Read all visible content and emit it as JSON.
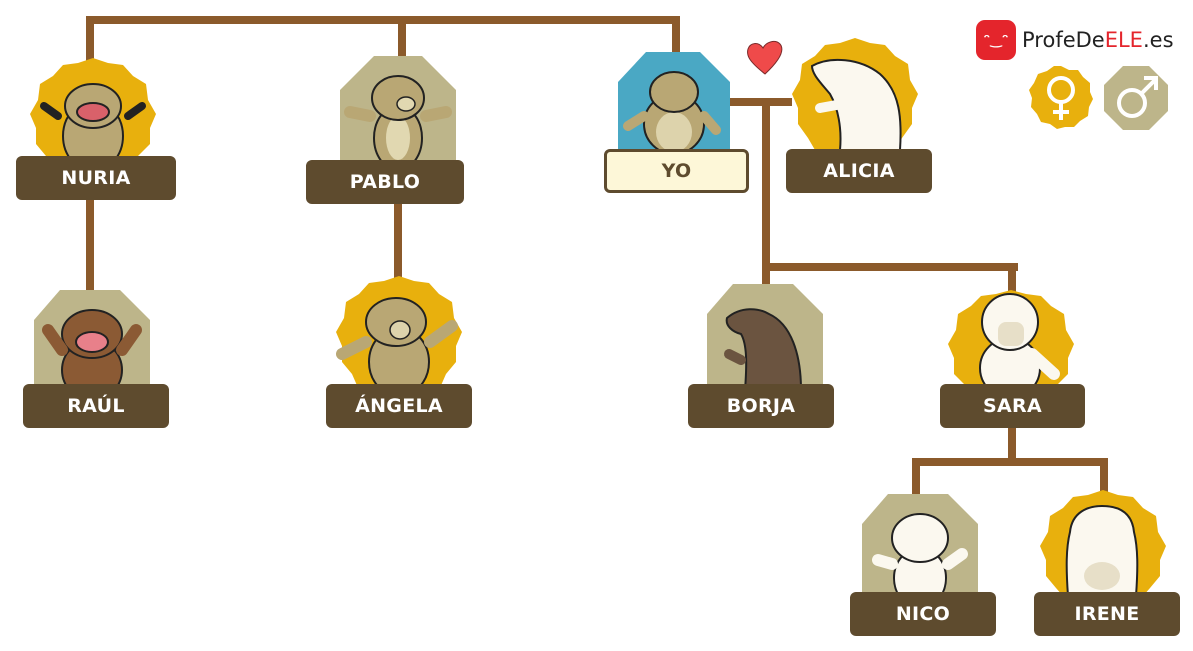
{
  "brand": {
    "name_part1": "ProfeDe",
    "name_part2": "ELE",
    "name_part3": ".es",
    "icon": "smile-face-icon",
    "color": "#e4252c"
  },
  "legend": {
    "female": {
      "icon": "female-symbol-icon",
      "symbol": "♀",
      "color": "#e8b00d",
      "shape": "scalloped"
    },
    "male": {
      "icon": "male-symbol-icon",
      "symbol": "♂",
      "color": "#bdb58a",
      "shape": "octagon"
    }
  },
  "colors": {
    "line": "#8b5a2b",
    "label_bg": "#5e4b2e",
    "label_text": "#ffffff",
    "me_bg": "#fdf7d8",
    "female": "#e8b00d",
    "male": "#bdb58a",
    "me": "#4aa8c4",
    "heart": "#ef4a4a"
  },
  "members": {
    "nuria": {
      "name": "NURIA",
      "gender": "female"
    },
    "pablo": {
      "name": "PABLO",
      "gender": "male"
    },
    "yo": {
      "name": "YO",
      "gender": "self"
    },
    "alicia": {
      "name": "ALICIA",
      "gender": "female"
    },
    "raul": {
      "name": "RAÚL",
      "gender": "male"
    },
    "angela": {
      "name": "ÁNGELA",
      "gender": "female"
    },
    "borja": {
      "name": "BORJA",
      "gender": "male"
    },
    "sara": {
      "name": "SARA",
      "gender": "female"
    },
    "nico": {
      "name": "NICO",
      "gender": "male"
    },
    "irene": {
      "name": "IRENE",
      "gender": "female"
    }
  },
  "heart": {
    "icon": "heart-icon",
    "symbol": "❤"
  }
}
